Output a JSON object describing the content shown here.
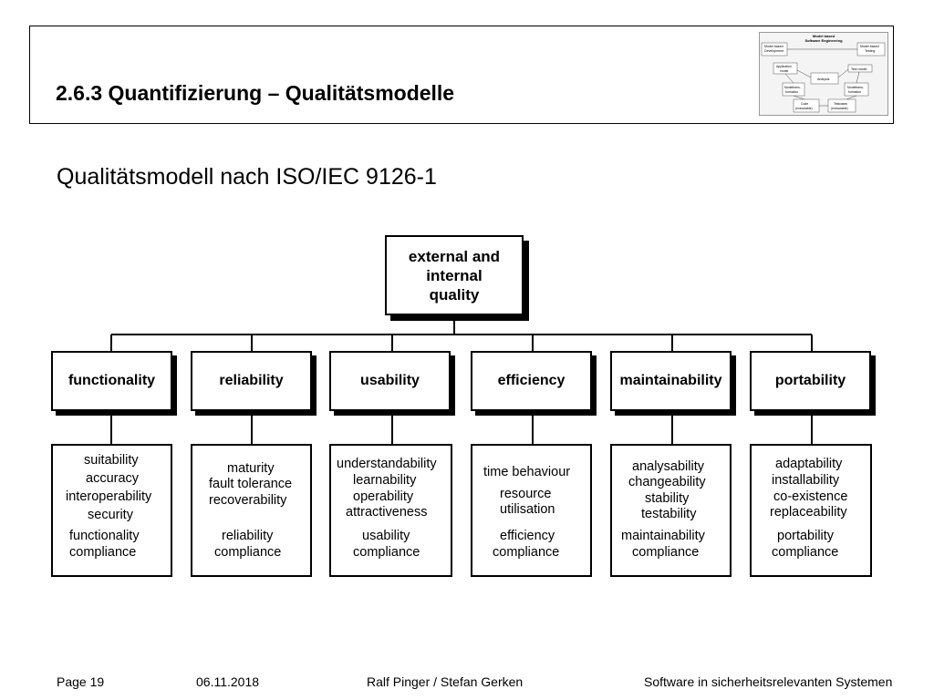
{
  "slide": {
    "title": "2.6.3 Quantifizierung – Qualitätsmodelle",
    "subtitle": "Qualitätsmodell nach ISO/IEC 9126-1"
  },
  "thumbnail": {
    "heading": "Model based Software Engineering",
    "nodes": {
      "mbd": "Model based Development",
      "mbt": "Model based Testing",
      "app_model": "Application model",
      "test_model": "Test model",
      "analysis": "Analysis",
      "transform_left": "Modeltrans-formation",
      "transform_right": "Modeltrans-formation",
      "code": "Code (executable)",
      "testcases": "Testcases (executable)"
    }
  },
  "diagram": {
    "root": [
      "external and",
      "internal",
      "quality"
    ],
    "categories": [
      {
        "label": "functionality",
        "lines": [
          "suitability",
          "accuracy",
          "interoperability",
          "security",
          "functionality",
          "compliance"
        ]
      },
      {
        "label": "reliability",
        "lines": [
          "maturity",
          "fault tolerance",
          "recoverability",
          "reliability",
          "compliance"
        ]
      },
      {
        "label": "usability",
        "lines": [
          "understandability",
          "learnability",
          "operability",
          "attractiveness",
          "usability",
          "compliance"
        ]
      },
      {
        "label": "efficiency",
        "lines": [
          "time behaviour",
          "resource",
          "utilisation",
          "efficiency",
          "compliance"
        ]
      },
      {
        "label": "maintainability",
        "lines": [
          "analysability",
          "changeability",
          "stability",
          "testability",
          "maintainability",
          "compliance"
        ]
      },
      {
        "label": "portability",
        "lines": [
          "adaptability",
          "installability",
          "co-existence",
          "replaceability",
          "portability",
          "compliance"
        ]
      }
    ]
  },
  "footer": {
    "page": "Page 19",
    "date": "06.11.2018",
    "authors": "Ralf Pinger / Stefan Gerken",
    "course": "Software in sicherheitsrelevanten Systemen"
  }
}
